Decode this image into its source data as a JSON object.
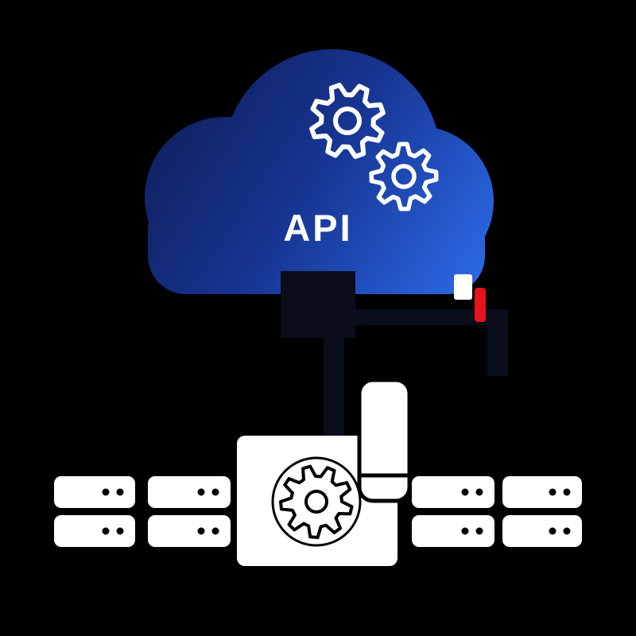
{
  "illustration": {
    "cloud_label": "API",
    "colors": {
      "background": "#000000",
      "cloud_gradient_start": "#101d56",
      "cloud_gradient_mid": "#16338f",
      "cloud_gradient_end": "#2e6ef0",
      "stem_dark": "#0a0e1b",
      "icon_white": "#ffffff",
      "outline_black": "#000000",
      "accent_red": "#e8121b"
    },
    "icons": [
      {
        "name": "cloud-icon"
      },
      {
        "name": "gear-icon-large"
      },
      {
        "name": "gear-icon-small"
      },
      {
        "name": "gateway-gear-icon"
      },
      {
        "name": "connector-plug-icon"
      },
      {
        "name": "server-icon",
        "count": 8
      },
      {
        "name": "red-indicator"
      }
    ]
  }
}
